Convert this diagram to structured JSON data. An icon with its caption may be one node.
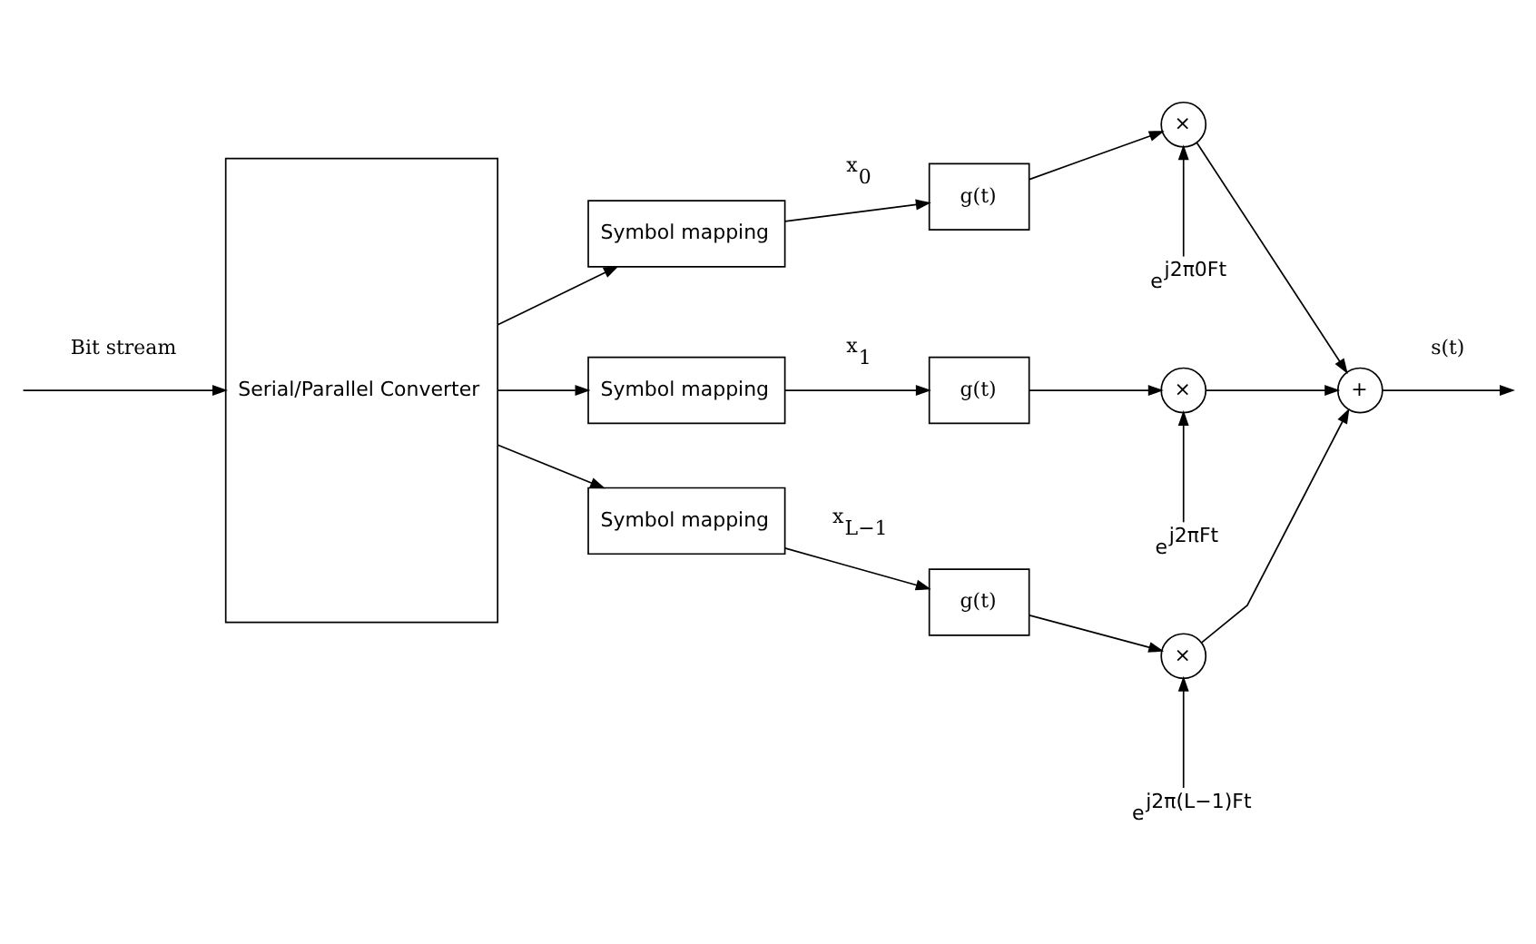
{
  "diagram": {
    "nodes": [
      {
        "text": [
          "Serial/Parallel Converter"
        ]
      },
      {
        "text": [
          "Symbol mapping"
        ]
      },
      {
        "text": [
          "g(t)"
        ]
      },
      {
        "text": [
          "×"
        ]
      },
      {
        "text": [
          "e$^{j2π0Ft}$"
        ]
      },
      {
        "text": [
          "Symbol mapping"
        ]
      },
      {
        "text": [
          "g(t)"
        ]
      },
      {
        "text": [
          "×"
        ]
      },
      {
        "text": [
          "e$^{j2πFt}$"
        ]
      },
      {
        "text": [
          "Symbol mapping"
        ]
      },
      {
        "text": [
          "g(t)"
        ]
      },
      {
        "text": [
          "×"
        ]
      },
      {
        "text": [
          "e$^{j2π(L−1)Ft}$"
        ]
      },
      {
        "text": [
          "+"
        ]
      }
    ],
    "edges": [
      {
        "from": null,
        "to": 0,
        "arrow": "to",
        "label": "Bit stream"
      },
      {
        "from": 0,
        "to": 1,
        "arrow": "to"
      },
      {
        "from": 0,
        "to": 5,
        "arrow": "to"
      },
      {
        "from": 0,
        "to": 9,
        "arrow": "to"
      },
      {
        "from": 1,
        "to": 2,
        "arrow": "to",
        "label": "x$_{0}$"
      },
      {
        "from": 5,
        "to": 6,
        "arrow": "to",
        "label": "x$_{1}$"
      },
      {
        "from": 9,
        "to": 10,
        "arrow": "to",
        "label": "x$_{L−1}$"
      },
      {
        "from": 2,
        "to": 3,
        "arrow": "to"
      },
      {
        "from": 6,
        "to": 7,
        "arrow": "to"
      },
      {
        "from": 10,
        "to": 11,
        "arrow": "to"
      },
      {
        "from": 4,
        "to": 3,
        "arrow": "to"
      },
      {
        "from": 8,
        "to": 7,
        "arrow": "to"
      },
      {
        "from": 12,
        "to": 11,
        "arrow": "to"
      },
      {
        "from": 3,
        "to": 13,
        "arrow": "to"
      },
      {
        "from": 7,
        "to": 13,
        "arrow": "to"
      },
      {
        "from": 11,
        "to": 13,
        "arrow": "to"
      },
      {
        "from": 13,
        "to": null,
        "arrow": "to",
        "label": "s(t)"
      }
    ]
  }
}
